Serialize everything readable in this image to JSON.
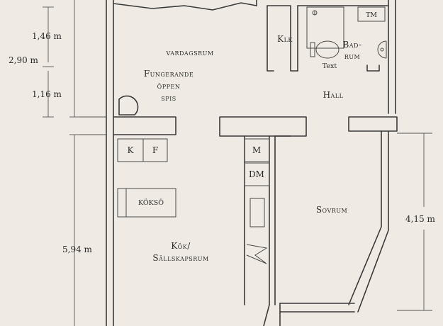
{
  "rooms": {
    "vardagsrum": "vardagsrum",
    "fireplace_line1": "Fungerande",
    "fireplace_line2": "öppen",
    "fireplace_line3": "spis",
    "klk": "Klk",
    "badrum_line1": "Bad-",
    "badrum_line2": "rum",
    "hall": "Hall",
    "sovrum": "Sovrum",
    "kok_line1": "Kök/",
    "kok_line2": "Sällskapsrum"
  },
  "fixtures": {
    "tm": "TM",
    "text": "Text",
    "k": "K",
    "f": "F",
    "m": "M",
    "dm": "DM",
    "kokso": "KÖKSÖ"
  },
  "dimensions": {
    "total_upper": "2,90 m",
    "upper_a": "1,46 m",
    "upper_b": "1,16 m",
    "lower_left": "5,94 m",
    "right": "4,15 m"
  }
}
